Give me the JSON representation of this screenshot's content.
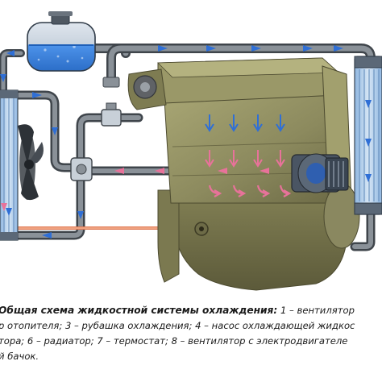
{
  "caption": {
    "title": "Общая схема жидкостной системы охлаждения:",
    "lines": [
      "1 – вентилятор",
      "р отопителя; 3 – рубашка охлаждения; 4 – насос охлаждающей жидкос",
      "тора; 6 – радиатор; 7 – термостат; 8 – вентилятор с электродвигателе",
      "й бачок."
    ]
  },
  "colors": {
    "background": "#ffffff",
    "pipe_fill": "#6f767e",
    "pipe_edge": "#3f454b",
    "engine_body": "#8c8a5e",
    "engine_shadow": "#6e6c47",
    "coolant_blue": "#2f6fd6",
    "coolant_pink": "#e8729a",
    "heater_core": "#7da9d8",
    "hot_tube": "#e07a55",
    "tank_fill": "#3b86e6"
  },
  "icons": {
    "flow_arrow": "arrow-icon",
    "fan": "fan-icon"
  }
}
